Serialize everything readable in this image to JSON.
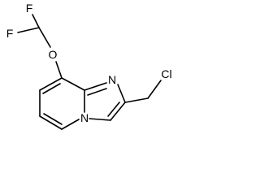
{
  "molecule": {
    "atoms": {
      "fluorine_top": "F",
      "fluorine_left": "F",
      "oxygen": "O",
      "imidazole_nitrogen": "N",
      "bridgehead_nitrogen": "N",
      "chlorine": "Cl"
    },
    "colors": {
      "bond": "#000000",
      "label": "#000000",
      "background": "#ffffff"
    }
  }
}
